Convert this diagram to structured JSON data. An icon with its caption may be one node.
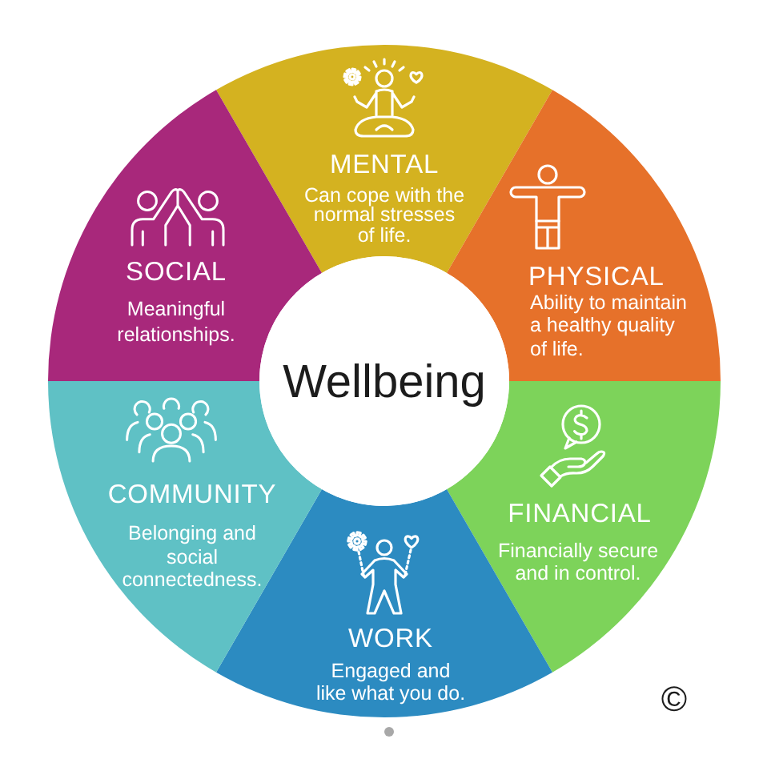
{
  "diagram": {
    "nodes": [
      {
        "text": [
          "Wellbeing"
        ]
      },
      {
        "text": [
          "MENTAL",
          "Can cope with the normal stresses of life."
        ]
      },
      {
        "text": [
          "PHYSICAL",
          "Ability to maintain a healthy quality of life."
        ]
      },
      {
        "text": [
          "FINANCIAL",
          "Financially secure and in control."
        ]
      },
      {
        "text": [
          "WORK",
          "Engaged and like what you do."
        ]
      },
      {
        "text": [
          "COMMUNITY",
          "Belonging and social connectedness."
        ]
      },
      {
        "text": [
          "SOCIAL",
          "Meaningful relationships."
        ]
      }
    ],
    "labels": [
      "©"
    ]
  }
}
